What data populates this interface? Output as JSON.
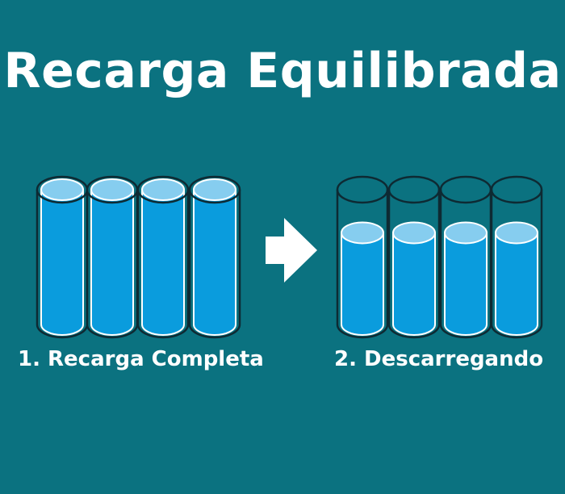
{
  "title": "Recarga Equilibrada",
  "colors": {
    "background": "#0B7280",
    "liquid": "#0A9CDD",
    "liquid_surface": "#86CDEF",
    "outline": "#0E2A33",
    "arrow": "#FFFFFF",
    "text": "#FFFFFF"
  },
  "panels": [
    {
      "label": "1. Recarga Completa",
      "fill_level": 1.0
    },
    {
      "label": "2. Descarregando",
      "fill_level": 0.68
    }
  ],
  "arrow_icon": "right-arrow-icon"
}
